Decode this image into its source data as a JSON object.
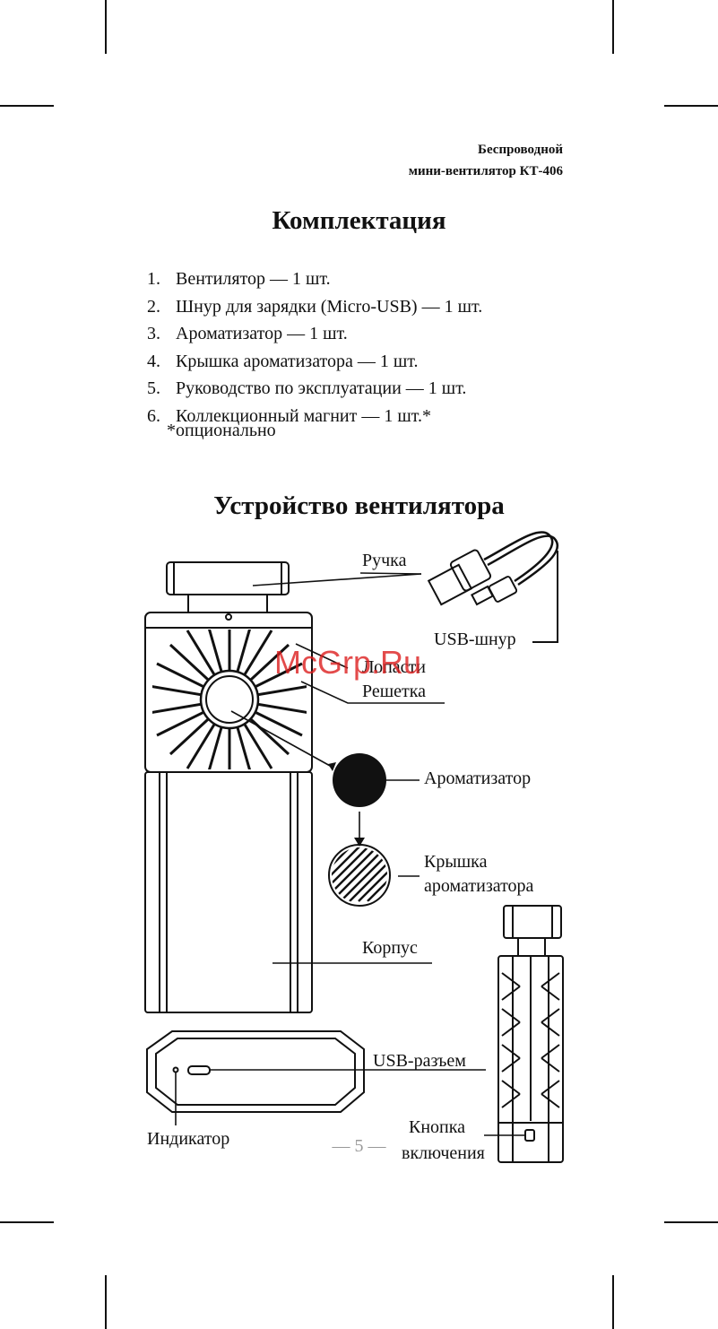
{
  "header": {
    "line1": "Беспроводной",
    "line2": "мини-вентилятор КТ-406"
  },
  "kit": {
    "title": "Комплектация",
    "items": [
      {
        "num": "1.",
        "text": "Вентилятор — 1 шт."
      },
      {
        "num": "2.",
        "text": "Шнур для зарядки (Micro-USB) — 1 шт."
      },
      {
        "num": "3.",
        "text": "Ароматизатор — 1 шт."
      },
      {
        "num": "4.",
        "text": "Крышка ароматизатора — 1 шт."
      },
      {
        "num": "5.",
        "text": "Руководство по эксплуатации — 1 шт."
      },
      {
        "num": "6.",
        "text": "Коллекционный магнит — 1 шт.*"
      }
    ],
    "note": "*опционально"
  },
  "device": {
    "title": "Устройство вентилятора",
    "labels": {
      "handle": "Ручка",
      "usb_cable": "USB-шнур",
      "blades": "Лопасти",
      "grille": "Решетка",
      "aroma": "Ароматизатор",
      "aroma_lid_1": "Крышка",
      "aroma_lid_2": "ароматизатора",
      "body": "Корпус",
      "usb_port": "USB-разъем",
      "indicator": "Индикатор",
      "power_1": "Кнопка",
      "power_2": "включения"
    }
  },
  "watermark": "McGrp.Ru",
  "page_number": "— 5 —"
}
